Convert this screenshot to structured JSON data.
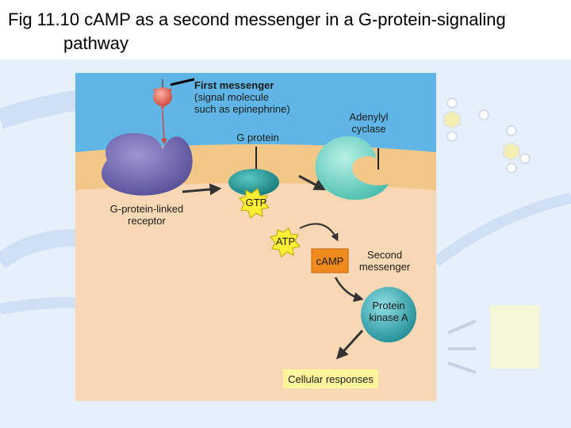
{
  "title": {
    "line1": "Fig 11.10 cAMP as a second messenger in a G-protein-signaling",
    "line2": "pathway"
  },
  "diagram": {
    "first_messenger": {
      "heading": "First messenger",
      "line1": "(signal molecule",
      "line2": "such as epinephrine)"
    },
    "g_protein": "G protein",
    "adenylyl_cyclase": {
      "line1": "Adenylyl",
      "line2": "cyclase"
    },
    "receptor": {
      "line1": "G-protein-linked",
      "line2": "receptor"
    },
    "gtp": "GTP",
    "atp": "ATP",
    "camp": "cAMP",
    "second_messenger": {
      "line1": "Second",
      "line2": "messenger"
    },
    "protein_kinase": {
      "line1": "Protein",
      "line2": "kinase A"
    },
    "cellular_responses": "Cellular responses"
  },
  "colors": {
    "extracellular": "#5fb6e6",
    "membrane": "#f2c788",
    "cytoplasm": "#f8d8b4",
    "receptor": "#6a5fa8",
    "g_protein": "#1e9f9a",
    "cyclase": "#6fd3c2",
    "signal_molecule": "#e0685c",
    "camp_box": "#f08a1c",
    "star": "#ffee33",
    "protein_kinase": "#2aa7b0",
    "responses_box": "#fff59d",
    "arrow": "#333333"
  }
}
